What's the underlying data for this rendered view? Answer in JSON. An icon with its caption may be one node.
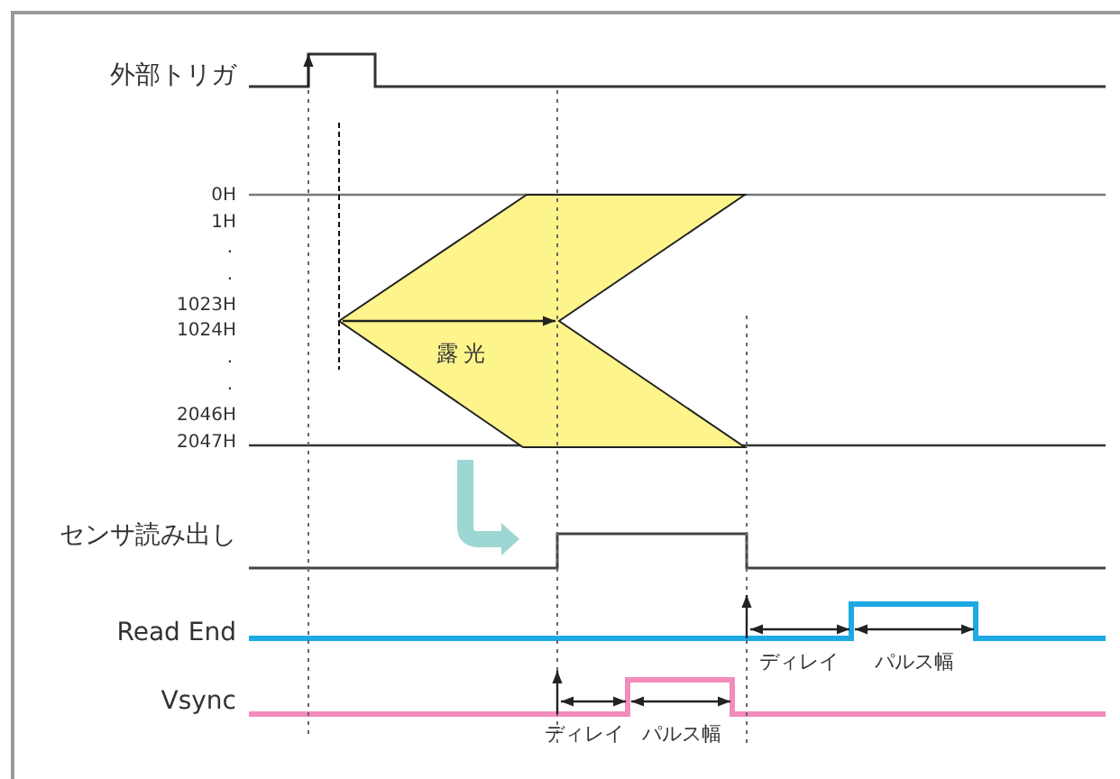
{
  "diagram": {
    "nodes": [
      {
        "text": [
          "露光"
        ]
      }
    ],
    "labels": [
      "外部トリガ",
      "0H",
      "1H",
      ".",
      ".",
      "1023H",
      "1024H",
      ".",
      ".",
      "2046H",
      "2047H",
      "センサ読み出し",
      "Read End",
      "ディレイ",
      "パルス幅",
      "Vsync",
      "ディレイ",
      "パルス幅"
    ]
  }
}
